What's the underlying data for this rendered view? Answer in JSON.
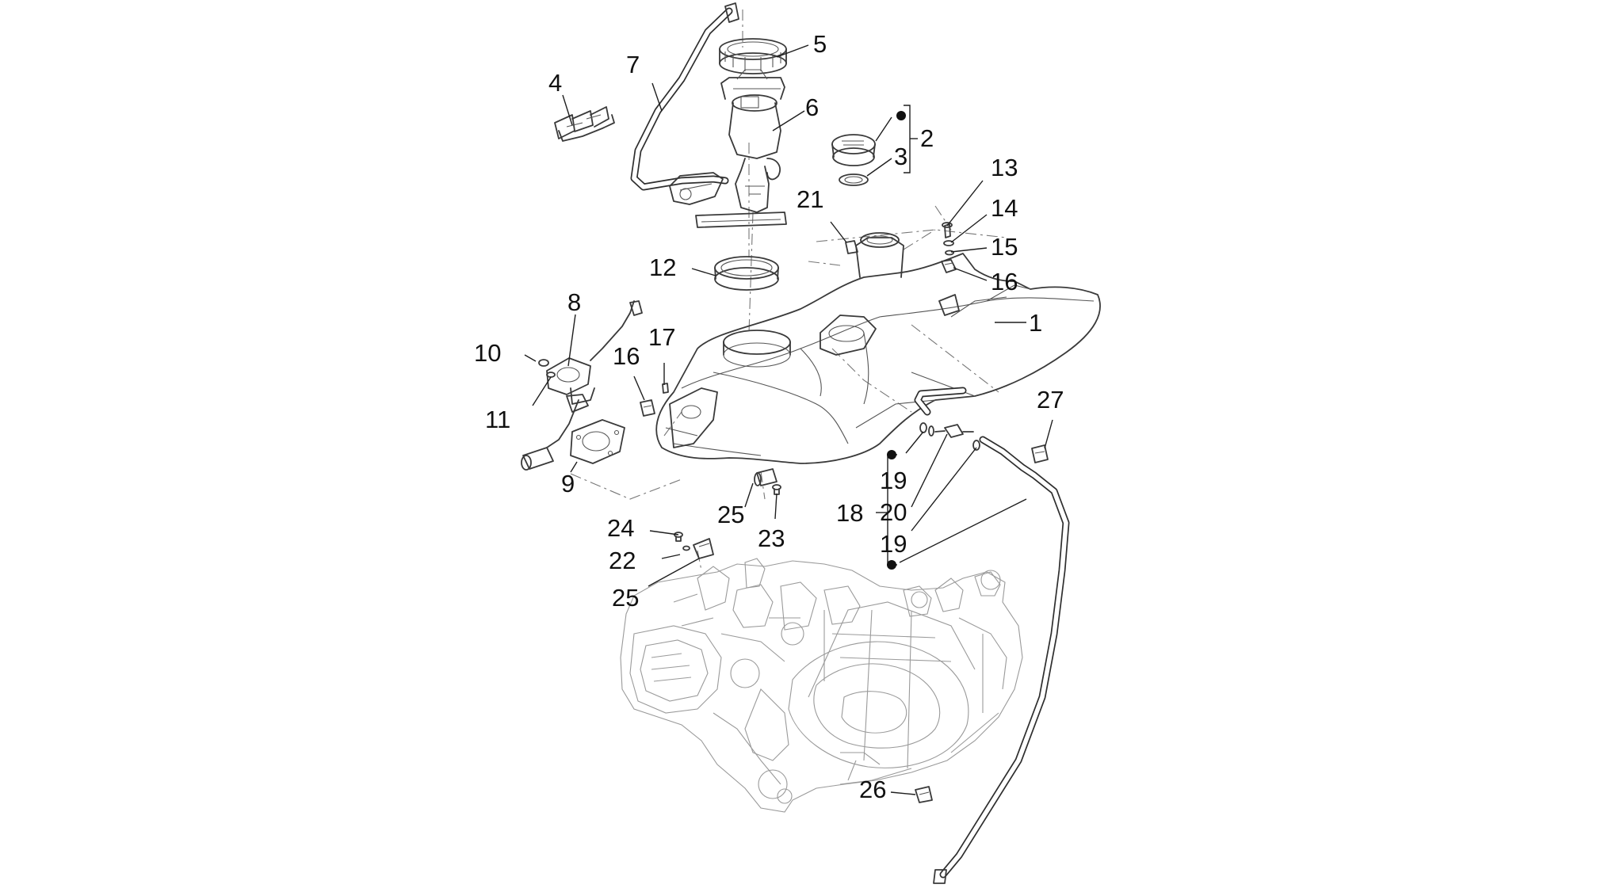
{
  "callouts": [
    {
      "key": "c1",
      "label": "1"
    },
    {
      "key": "c2",
      "label": "2"
    },
    {
      "key": "c3",
      "label": "3"
    },
    {
      "key": "c4",
      "label": "4"
    },
    {
      "key": "c5",
      "label": "5"
    },
    {
      "key": "c6",
      "label": "6"
    },
    {
      "key": "c7",
      "label": "7"
    },
    {
      "key": "c8",
      "label": "8"
    },
    {
      "key": "c9",
      "label": "9"
    },
    {
      "key": "c10",
      "label": "10"
    },
    {
      "key": "c11",
      "label": "11"
    },
    {
      "key": "c12",
      "label": "12"
    },
    {
      "key": "c13",
      "label": "13"
    },
    {
      "key": "c14",
      "label": "14"
    },
    {
      "key": "c15",
      "label": "15"
    },
    {
      "key": "c16a",
      "label": "16"
    },
    {
      "key": "c16b",
      "label": "16"
    },
    {
      "key": "c17",
      "label": "17"
    },
    {
      "key": "c18",
      "label": "18"
    },
    {
      "key": "c19a",
      "label": "19"
    },
    {
      "key": "c19b",
      "label": "19"
    },
    {
      "key": "c20",
      "label": "20"
    },
    {
      "key": "c21",
      "label": "21"
    },
    {
      "key": "c22",
      "label": "22"
    },
    {
      "key": "c23",
      "label": "23"
    },
    {
      "key": "c24",
      "label": "24"
    },
    {
      "key": "c25a",
      "label": "25"
    },
    {
      "key": "c25b",
      "label": "25"
    },
    {
      "key": "c26",
      "label": "26"
    },
    {
      "key": "c27",
      "label": "27"
    }
  ],
  "colors": {
    "line": "#3a3a3a",
    "engine": "#9a9a9a",
    "text": "#111111",
    "background": "#ffffff"
  }
}
